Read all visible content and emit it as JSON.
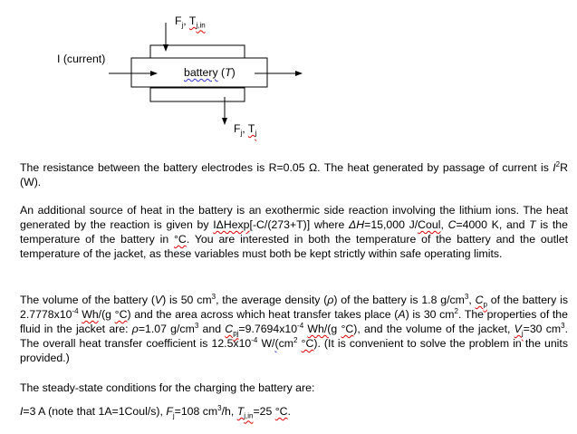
{
  "diagram": {
    "inlet_label": [
      {
        "t": "F"
      },
      {
        "t": "j",
        "sub": true
      },
      {
        "t": ", "
      },
      {
        "t": "T",
        "sq": true
      },
      {
        "t": "j,in",
        "sub": true,
        "sq": true
      }
    ],
    "current_label": "I (current)",
    "battery_label": [
      {
        "t": "battery",
        "sqb": true
      },
      {
        "t": " ("
      },
      {
        "t": "T",
        "i": true
      },
      {
        "t": ")"
      }
    ],
    "outlet_label": [
      {
        "t": "F"
      },
      {
        "t": "j",
        "sub": true
      },
      {
        "t": ", "
      },
      {
        "t": "T",
        "sq": true
      },
      {
        "t": "j",
        "sub": true,
        "sq": true
      }
    ]
  },
  "paragraphs": [
    [
      {
        "t": "The resistance between the battery electrodes is R=0.05 Ω. The heat generated by passage of current is "
      },
      {
        "t": "I",
        "i": true
      },
      {
        "t": "2",
        "sup": true
      },
      {
        "t": "R (W)."
      }
    ],
    [
      {
        "t": "An additional source of heat in the battery is an exothermic side reaction involving the lithium ions.  The heat generated by the reaction is given by "
      },
      {
        "t": "IΔHexp[",
        "sq": true,
        "i": false
      },
      {
        "t": "-C/(273+T)] where "
      },
      {
        "t": "ΔH",
        "i": true
      },
      {
        "t": "=15,000 J/"
      },
      {
        "t": "Coul",
        "sq": true
      },
      {
        "t": ", "
      },
      {
        "t": "C",
        "i": true
      },
      {
        "t": "=4000 K, and "
      },
      {
        "t": "T",
        "i": true
      },
      {
        "t": " is the temperature of the battery in "
      },
      {
        "t": "°C",
        "sq": true
      },
      {
        "t": ". You are interested in both the temperature of the battery and the outlet temperature of the jacket, as these variables must both be kept strictly within safe operating limits."
      }
    ],
    [
      {
        "t": "The volume of the battery ("
      },
      {
        "t": "V",
        "i": true
      },
      {
        "t": ") is 50 cm"
      },
      {
        "t": "3",
        "sup": true
      },
      {
        "t": ", the average density ("
      },
      {
        "t": "ρ",
        "i": true
      },
      {
        "t": ") of the battery is 1.8 g/cm"
      },
      {
        "t": "3",
        "sup": true
      },
      {
        "t": ", "
      },
      {
        "t": "C",
        "i": true,
        "sq": true
      },
      {
        "t": "p",
        "sub": true,
        "sq": true
      },
      {
        "t": " of the battery is 2.7778x10"
      },
      {
        "t": "-4",
        "sup": true
      },
      {
        "t": " "
      },
      {
        "t": "Wh",
        "sq": true
      },
      {
        "t": "/(g "
      },
      {
        "t": "°C",
        "sq": true
      },
      {
        "t": ") and the area across which heat transfer takes place ("
      },
      {
        "t": "A",
        "i": true
      },
      {
        "t": ") is 30 cm"
      },
      {
        "t": "2",
        "sup": true
      },
      {
        "t": ". The properties of the fluid in the jacket are: "
      },
      {
        "t": "ρ",
        "i": true
      },
      {
        "t": "=1.07 g/cm"
      },
      {
        "t": "3",
        "sup": true
      },
      {
        "t": " and "
      },
      {
        "t": "C",
        "i": true,
        "sq": true
      },
      {
        "t": "pj",
        "sub": true,
        "sq": true
      },
      {
        "t": "=9.7694x10"
      },
      {
        "t": "-4",
        "sup": true
      },
      {
        "t": " "
      },
      {
        "t": "Wh/(",
        "sq": true
      },
      {
        "t": "g "
      },
      {
        "t": "°C",
        "sq": true
      },
      {
        "t": "), and the volume of the jacket,  "
      },
      {
        "t": "V",
        "i": true,
        "sq": true
      },
      {
        "t": "j",
        "sub": true,
        "sq": true
      },
      {
        "t": "=30 cm"
      },
      {
        "t": "3",
        "sup": true
      },
      {
        "t": ".  The overall heat transfer coefficient is 12.5x10"
      },
      {
        "t": "-4",
        "sup": true
      },
      {
        "t": " W/"
      },
      {
        "t": "(",
        "sqb": true
      },
      {
        "t": "cm"
      },
      {
        "t": "2",
        "sup": true
      },
      {
        "t": " "
      },
      {
        "t": "°C",
        "sq": true
      },
      {
        "t": "). (It is convenient to solve the problem in the units provided.)"
      }
    ],
    [
      {
        "t": "The steady-state conditions for the charging the battery are:"
      }
    ],
    [
      {
        "t": "I",
        "i": true
      },
      {
        "t": "=3 A (note that 1A=1Coul/s), "
      },
      {
        "t": "F",
        "i": true
      },
      {
        "t": "j",
        "sub": true
      },
      {
        "t": "=108 cm"
      },
      {
        "t": "3",
        "sup": true
      },
      {
        "t": "/h, "
      },
      {
        "t": "T",
        "i": true,
        "sq": true
      },
      {
        "t": "j,in",
        "sub": true,
        "sq": true
      },
      {
        "t": "=25 "
      },
      {
        "t": "°C",
        "sq": true
      },
      {
        "t": "."
      }
    ]
  ]
}
